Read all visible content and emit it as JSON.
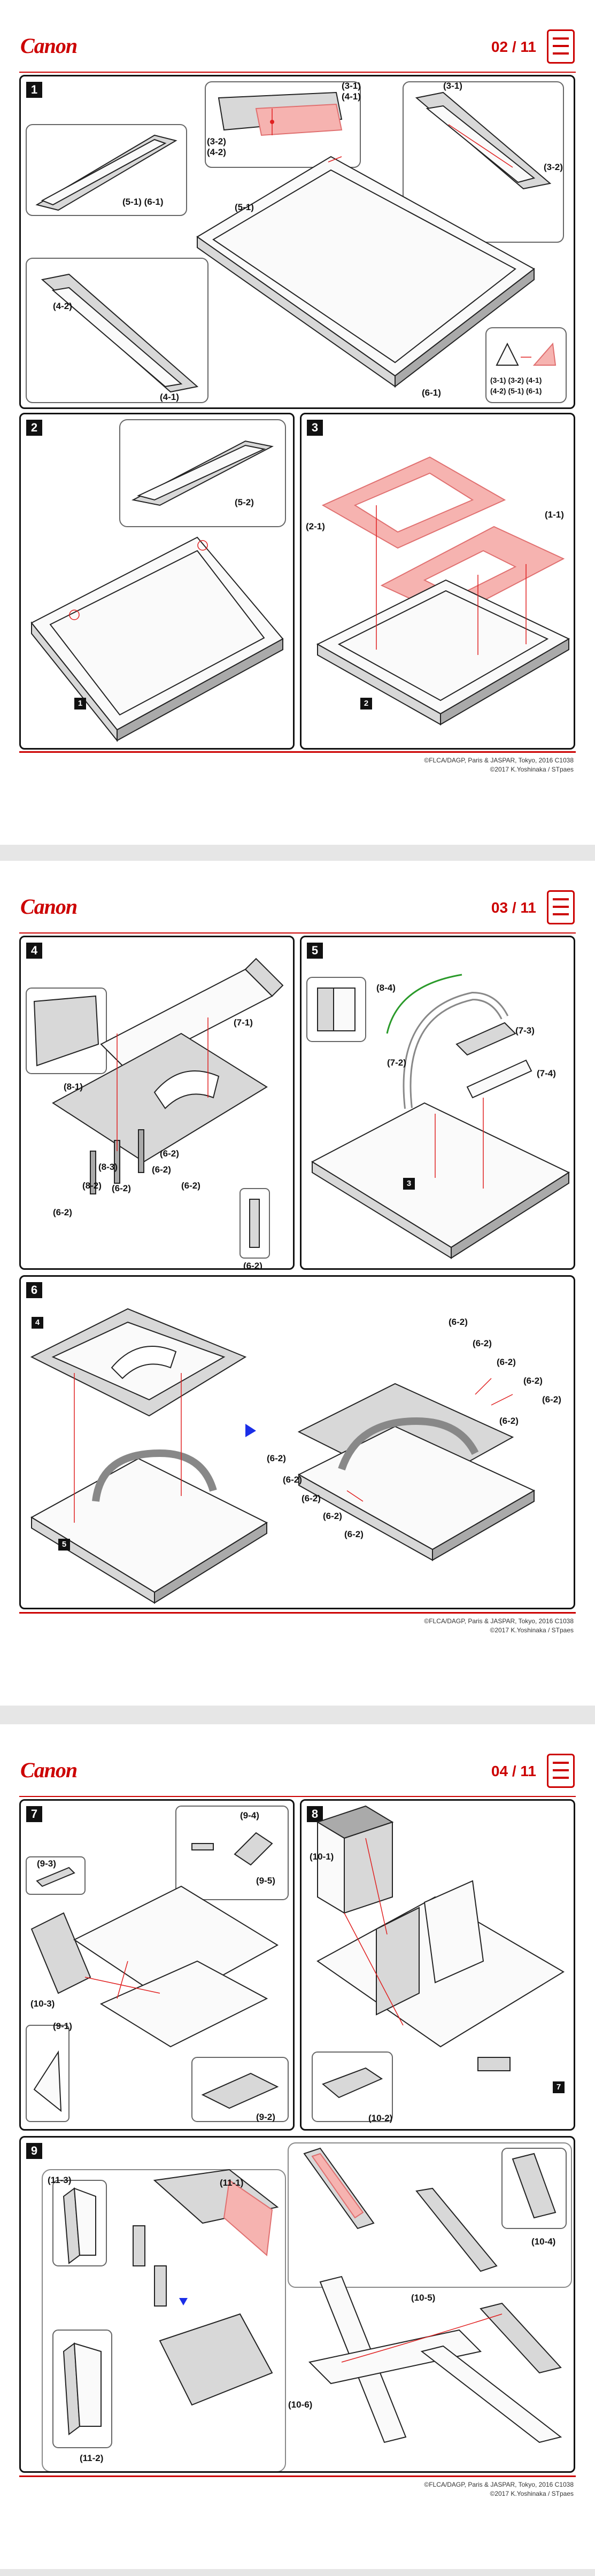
{
  "brand": {
    "logo": "Canon",
    "color": "#cc0000"
  },
  "copyright": {
    "line1": "©FLCA/DAGP, Paris & JASPAR, Tokyo, 2016 C1038",
    "line2": "©2017 K.Yoshinaka / STpaes"
  },
  "pages": [
    {
      "page_number": "02 / 11",
      "steps": [
        {
          "number": "1",
          "labels": [
            "(3-1)",
            "(4-1)",
            "(3-2)",
            "(4-2)",
            "(3-1)",
            "(3-2)",
            "(5-1)",
            "(5-1) (6-1)",
            "(4-2)",
            "(4-1)",
            "(6-1)"
          ],
          "legend": [
            "(3-1) (3-2) (4-1)",
            "(4-2) (5-1) (6-1)"
          ]
        },
        {
          "number": "2",
          "labels": [
            "(5-2)"
          ],
          "ref": "1"
        },
        {
          "number": "3",
          "labels": [
            "(2-1)",
            "(1-1)"
          ],
          "ref": "2"
        }
      ]
    },
    {
      "page_number": "03 / 11",
      "steps": [
        {
          "number": "4",
          "labels": [
            "(7-1)",
            "(8-1)",
            "(6-2)",
            "(8-3)",
            "(6-2)",
            "(8-2)",
            "(6-2)",
            "(6-2)",
            "(6-2)",
            "(6-2)"
          ]
        },
        {
          "number": "5",
          "labels": [
            "(8-4)",
            "(7-3)",
            "(7-2)",
            "(7-4)"
          ],
          "ref": "3"
        },
        {
          "number": "6",
          "ref_top": "4",
          "ref_bottom": "5",
          "labels": [
            "(6-2)",
            "(6-2)",
            "(6-2)",
            "(6-2)",
            "(6-2)",
            "(6-2)",
            "(6-2)",
            "(6-2)",
            "(6-2)",
            "(6-2)",
            "(6-2)"
          ]
        }
      ]
    },
    {
      "page_number": "04 / 11",
      "steps": [
        {
          "number": "7",
          "labels": [
            "(9-4)",
            "(9-3)",
            "(9-5)",
            "(10-3)",
            "(9-1)",
            "(9-2)"
          ]
        },
        {
          "number": "8",
          "labels": [
            "(10-1)",
            "(10-2)"
          ],
          "ref": "7"
        },
        {
          "number": "9",
          "labels": [
            "(11-3)",
            "(11-1)",
            "(11-2)",
            "(10-4)",
            "(10-5)",
            "(10-6)"
          ]
        }
      ]
    }
  ]
}
